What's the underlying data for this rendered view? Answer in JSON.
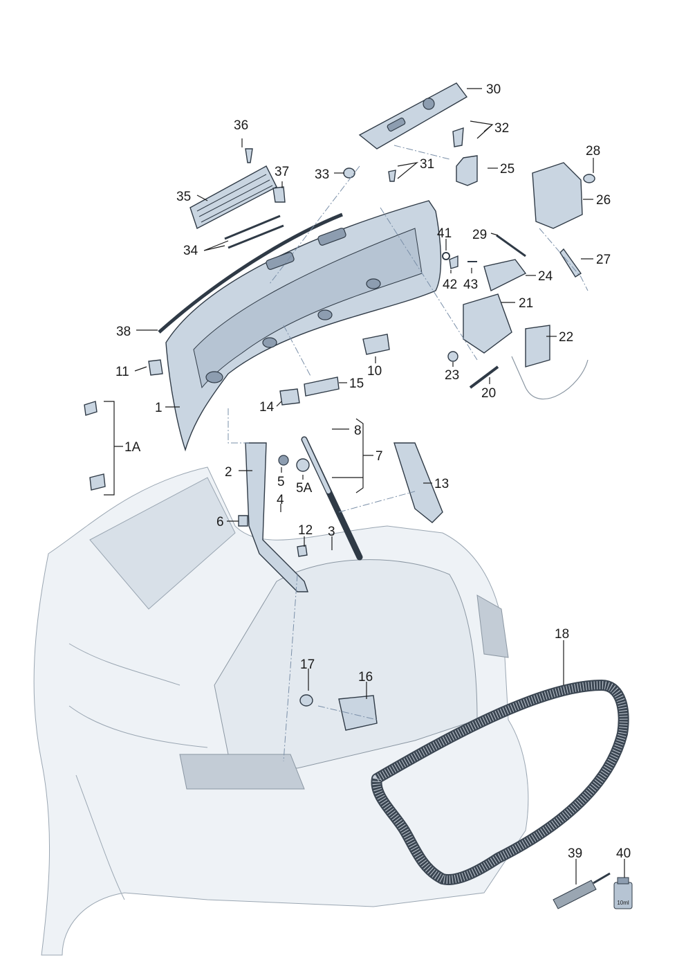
{
  "diagram": {
    "labels": [
      {
        "id": "30",
        "text": "30"
      },
      {
        "id": "32",
        "text": "32"
      },
      {
        "id": "36",
        "text": "36"
      },
      {
        "id": "28",
        "text": "28"
      },
      {
        "id": "37",
        "text": "37"
      },
      {
        "id": "33",
        "text": "33"
      },
      {
        "id": "31",
        "text": "31"
      },
      {
        "id": "25",
        "text": "25"
      },
      {
        "id": "35",
        "text": "35"
      },
      {
        "id": "26",
        "text": "26"
      },
      {
        "id": "34",
        "text": "34"
      },
      {
        "id": "41",
        "text": "41"
      },
      {
        "id": "29",
        "text": "29"
      },
      {
        "id": "27",
        "text": "27"
      },
      {
        "id": "42",
        "text": "42"
      },
      {
        "id": "43",
        "text": "43"
      },
      {
        "id": "24",
        "text": "24"
      },
      {
        "id": "21",
        "text": "21"
      },
      {
        "id": "38",
        "text": "38"
      },
      {
        "id": "22",
        "text": "22"
      },
      {
        "id": "11",
        "text": "11"
      },
      {
        "id": "10",
        "text": "10"
      },
      {
        "id": "23",
        "text": "23"
      },
      {
        "id": "15",
        "text": "15"
      },
      {
        "id": "20",
        "text": "20"
      },
      {
        "id": "14",
        "text": "14"
      },
      {
        "id": "1",
        "text": "1"
      },
      {
        "id": "8",
        "text": "8"
      },
      {
        "id": "1A",
        "text": "1A"
      },
      {
        "id": "7",
        "text": "7"
      },
      {
        "id": "2",
        "text": "2"
      },
      {
        "id": "13",
        "text": "13"
      },
      {
        "id": "5",
        "text": "5"
      },
      {
        "id": "5A",
        "text": "5A"
      },
      {
        "id": "4",
        "text": "4"
      },
      {
        "id": "6",
        "text": "6"
      },
      {
        "id": "12",
        "text": "12"
      },
      {
        "id": "3",
        "text": "3"
      },
      {
        "id": "18",
        "text": "18"
      },
      {
        "id": "17",
        "text": "17"
      },
      {
        "id": "16",
        "text": "16"
      },
      {
        "id": "39",
        "text": "39"
      },
      {
        "id": "40",
        "text": "40"
      }
    ],
    "bottle_text": "10ml"
  }
}
